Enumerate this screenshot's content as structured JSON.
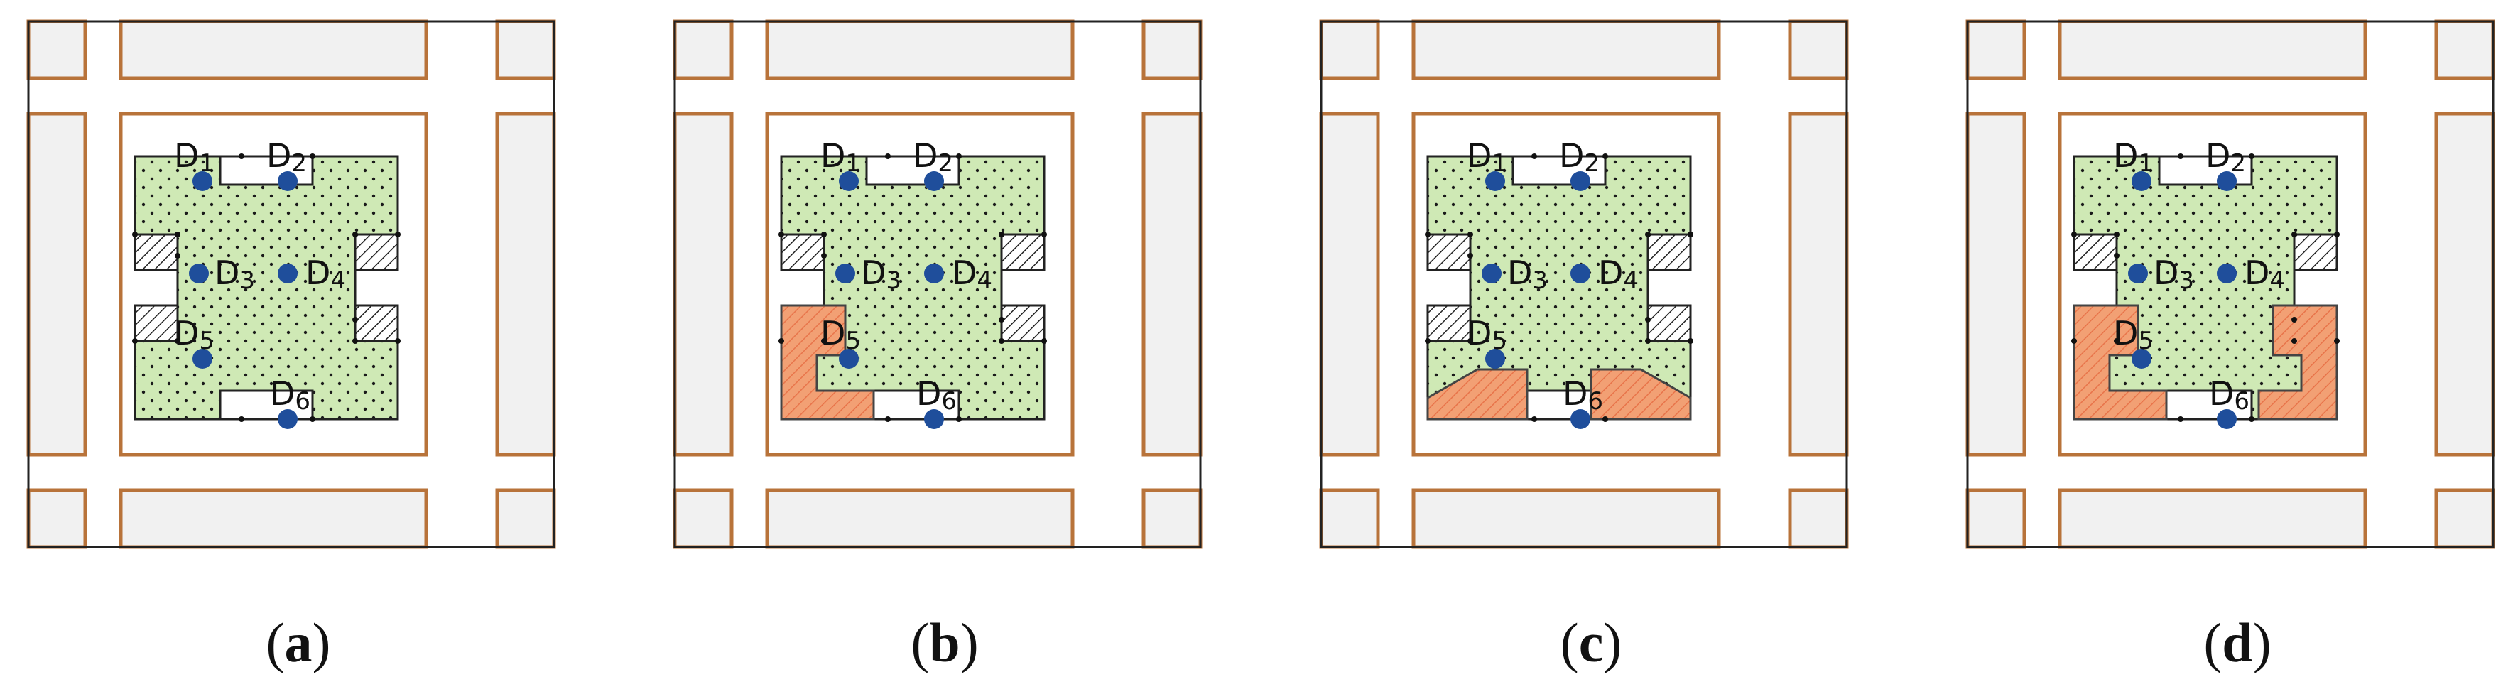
{
  "colors": {
    "road_edge": "#b8733a",
    "block_fill": "#f1f1f1",
    "frame": "#222222",
    "room_fill": "#cfe9b5",
    "hatch_black": "#222222",
    "hatch_orange": "#f2a074",
    "sensor": "#1f4e9b"
  },
  "sensor_prefix": "D",
  "sensors": [
    "1",
    "2",
    "3",
    "4",
    "5",
    "6"
  ],
  "panels": [
    {
      "label": "a",
      "orange_regions": []
    },
    {
      "label": "b",
      "orange_regions": [
        "bottom-left"
      ]
    },
    {
      "label": "c",
      "orange_regions": [
        "bottom-strip-left",
        "bottom-strip-right"
      ]
    },
    {
      "label": "d",
      "orange_regions": [
        "bottom-left",
        "bottom-right"
      ]
    }
  ]
}
